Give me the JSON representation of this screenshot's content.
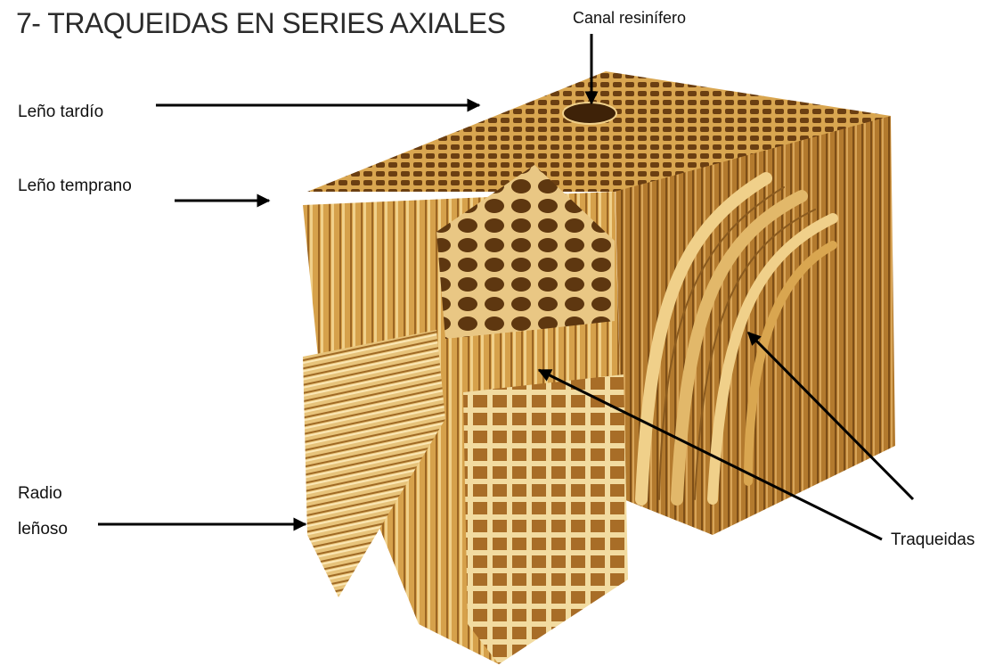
{
  "title": "7- TRAQUEIDAS EN SERIES AXIALES",
  "labels": {
    "canal": "Canal resinífero",
    "leno_tardio": "Leño tardío",
    "leno_temprano": "Leño temprano",
    "radio_line1": "Radio",
    "radio_line2": "leñoso",
    "traqueidas": "Traqueidas"
  },
  "colors": {
    "wood_light": "#e2b86a",
    "wood_mid": "#c8913f",
    "wood_dark": "#8a5a1e",
    "arrow": "#000000"
  }
}
